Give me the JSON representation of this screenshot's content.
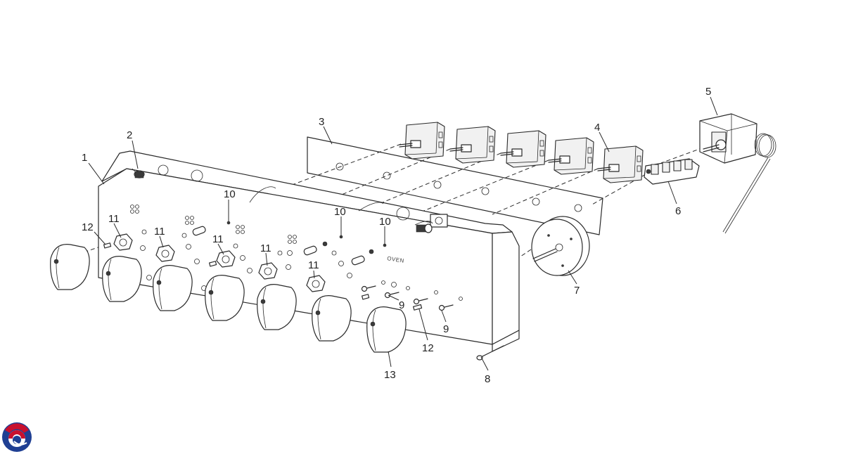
{
  "panel_marking": "OVEN",
  "callouts": [
    {
      "id": "callout-1",
      "text": "1"
    },
    {
      "id": "callout-2",
      "text": "2"
    },
    {
      "id": "callout-3",
      "text": "3"
    },
    {
      "id": "callout-4",
      "text": "4"
    },
    {
      "id": "callout-5",
      "text": "5"
    },
    {
      "id": "callout-6",
      "text": "6"
    },
    {
      "id": "callout-7",
      "text": "7"
    },
    {
      "id": "callout-8",
      "text": "8"
    },
    {
      "id": "callout-9a",
      "text": "9"
    },
    {
      "id": "callout-9b",
      "text": "9"
    },
    {
      "id": "callout-10a",
      "text": "10"
    },
    {
      "id": "callout-10b",
      "text": "10"
    },
    {
      "id": "callout-10c",
      "text": "10"
    },
    {
      "id": "callout-11a",
      "text": "11"
    },
    {
      "id": "callout-11b",
      "text": "11"
    },
    {
      "id": "callout-11c",
      "text": "11"
    },
    {
      "id": "callout-11d",
      "text": "11"
    },
    {
      "id": "callout-11e",
      "text": "11"
    },
    {
      "id": "callout-12a",
      "text": "12"
    },
    {
      "id": "callout-12b",
      "text": "12"
    },
    {
      "id": "callout-13",
      "text": "13"
    }
  ],
  "logo": {
    "name": "brand-logo",
    "colors": [
      "#c8102e",
      "#1f3f93"
    ]
  }
}
